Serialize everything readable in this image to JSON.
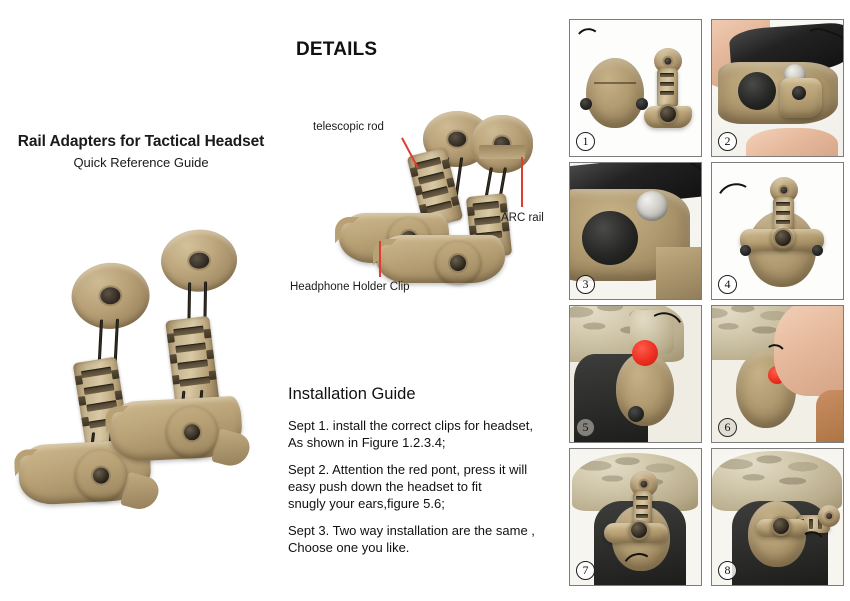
{
  "document": {
    "product_title": "Rail Adapters for Tactical Headset",
    "product_subtitle": "Quick Reference Guide"
  },
  "details": {
    "heading": "DETAILS",
    "callouts": [
      {
        "id": "telescopic-rod",
        "label": "telescopic rod"
      },
      {
        "id": "arc-rail",
        "label": "ARC rail"
      },
      {
        "id": "headphone-holder-clip",
        "label": "Headphone Holder Clip"
      }
    ],
    "leader_line_color": "#e03c32"
  },
  "installation": {
    "heading": "Installation Guide",
    "steps": [
      "Sept 1. install the correct clips for headset,\nAs shown in Figure 1.2.3.4;",
      "Sept 2. Attention the red pont, press it will\neasy push down the headset to fit\nsnugly your ears,figure 5.6;",
      "Sept 3. Two way installation are the same ,\nChoose one you like."
    ]
  },
  "photo_grid": {
    "columns": 2,
    "rows": 4,
    "photos": [
      {
        "number": "1",
        "caption": "earcup and rail adapter laid out side by side on white background"
      },
      {
        "number": "2",
        "caption": "hand holding headset showing metal cap and black pad mounting points"
      },
      {
        "number": "3",
        "caption": "close-up of black pad and silver metal post on the headset body"
      },
      {
        "number": "4",
        "caption": "rail adapter attached to the back of the tan earcup"
      },
      {
        "number": "5",
        "caption": "headset mounted on camo helmet with red marker on the press point"
      },
      {
        "number": "6",
        "caption": "hand pressing the red marked point to push the headset down"
      },
      {
        "number": "7",
        "caption": "helmet with headset installed, left side view"
      },
      {
        "number": "8",
        "caption": "helmet with headset installed, alternate rail orientation"
      }
    ]
  },
  "colors": {
    "tan": "#b9a276",
    "dark_tan": "#8d7755",
    "red_accent": "#e03c32",
    "frame_border": "#7c7c7c",
    "text": "#111111"
  }
}
